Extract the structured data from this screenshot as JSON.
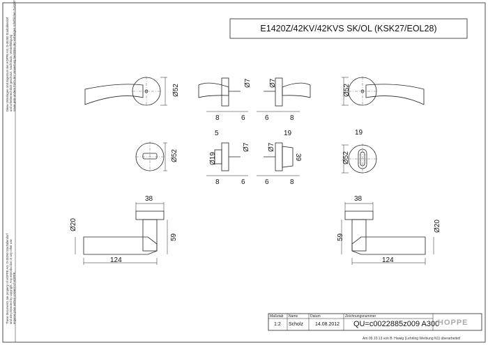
{
  "title": "E1420Z/42KV/42KVS  SK/OL  (KSK27/EOL28)",
  "side_notes": {
    "top_de": "Diese Unterlagen sind Eigentum der HOPPE AG, D-35260 Stadtallendorf\nund urheberrechtlich geschützt. Nachdruck, Vervielfältigung\nsowie jede andere Form der Verwertung bedürfen der vorherigen schriftlichen Zustimmung der HOPPE.",
    "bottom_en": "These documents are property of HOPPE AG, D-35260 Stadtallendorf\nand are protected by copyright. Any reproduction or any other use\nrequires prior written consent of HOPPE."
  },
  "dimensions": {
    "d7": "Ø7",
    "d52": "Ø52",
    "d19": "Ø19",
    "d20": "Ø20",
    "n8": "8",
    "n6": "6",
    "n5": "5",
    "n19": "19",
    "n39": "39",
    "n38": "38",
    "n59": "59",
    "n124": "124"
  },
  "title_block": {
    "massstab_label": "Maßstab",
    "massstab_value": "1:2",
    "name_label": "Name",
    "name_value": "Scholz",
    "datum_label": "Datum",
    "datum_value": "14.08.2012",
    "zeichnung_label": "Zeichnungsnummer",
    "zeichnung_value": "QU=c0022885z009  A300",
    "brand": "HOPPE"
  },
  "footer": "Am 09.10.13 von B. Hawig (Lehrling Werbung N1) überarbeitet!"
}
